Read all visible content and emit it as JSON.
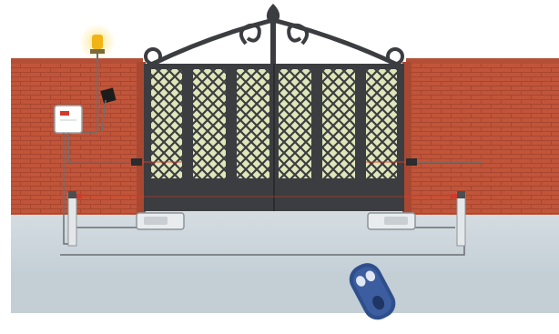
{
  "scene": {
    "subject": "automatic-swing-gate-system",
    "components": [
      {
        "name": "flashing-warning-lamp",
        "icon": "warning-lamp-icon"
      },
      {
        "name": "wall-mounted-antenna",
        "icon": "antenna-icon"
      },
      {
        "name": "control-unit",
        "icon": "control-box-icon"
      },
      {
        "name": "left-gate-leaf"
      },
      {
        "name": "right-gate-leaf"
      },
      {
        "name": "left-underground-motor",
        "icon": "motor-icon"
      },
      {
        "name": "right-underground-motor",
        "icon": "motor-icon"
      },
      {
        "name": "left-photocell-post",
        "icon": "photocell-icon"
      },
      {
        "name": "right-photocell-post",
        "icon": "photocell-icon"
      },
      {
        "name": "remote-control",
        "icon": "remote-control-icon"
      }
    ]
  },
  "colors": {
    "sky": "#ffffff",
    "brick": "#c0553a",
    "brick_mortar": "#a84630",
    "wall_cap": "#b44e36",
    "gate_frame": "#3b3d40",
    "gate_glow": "#dfe6b9",
    "ground": "#b9c6cf",
    "ground_light": "#d5dde2",
    "wire": "#6b6f72",
    "beam": "#e23a2a",
    "lamp": "#f2b414",
    "remote_body": "#2f4f8c"
  }
}
